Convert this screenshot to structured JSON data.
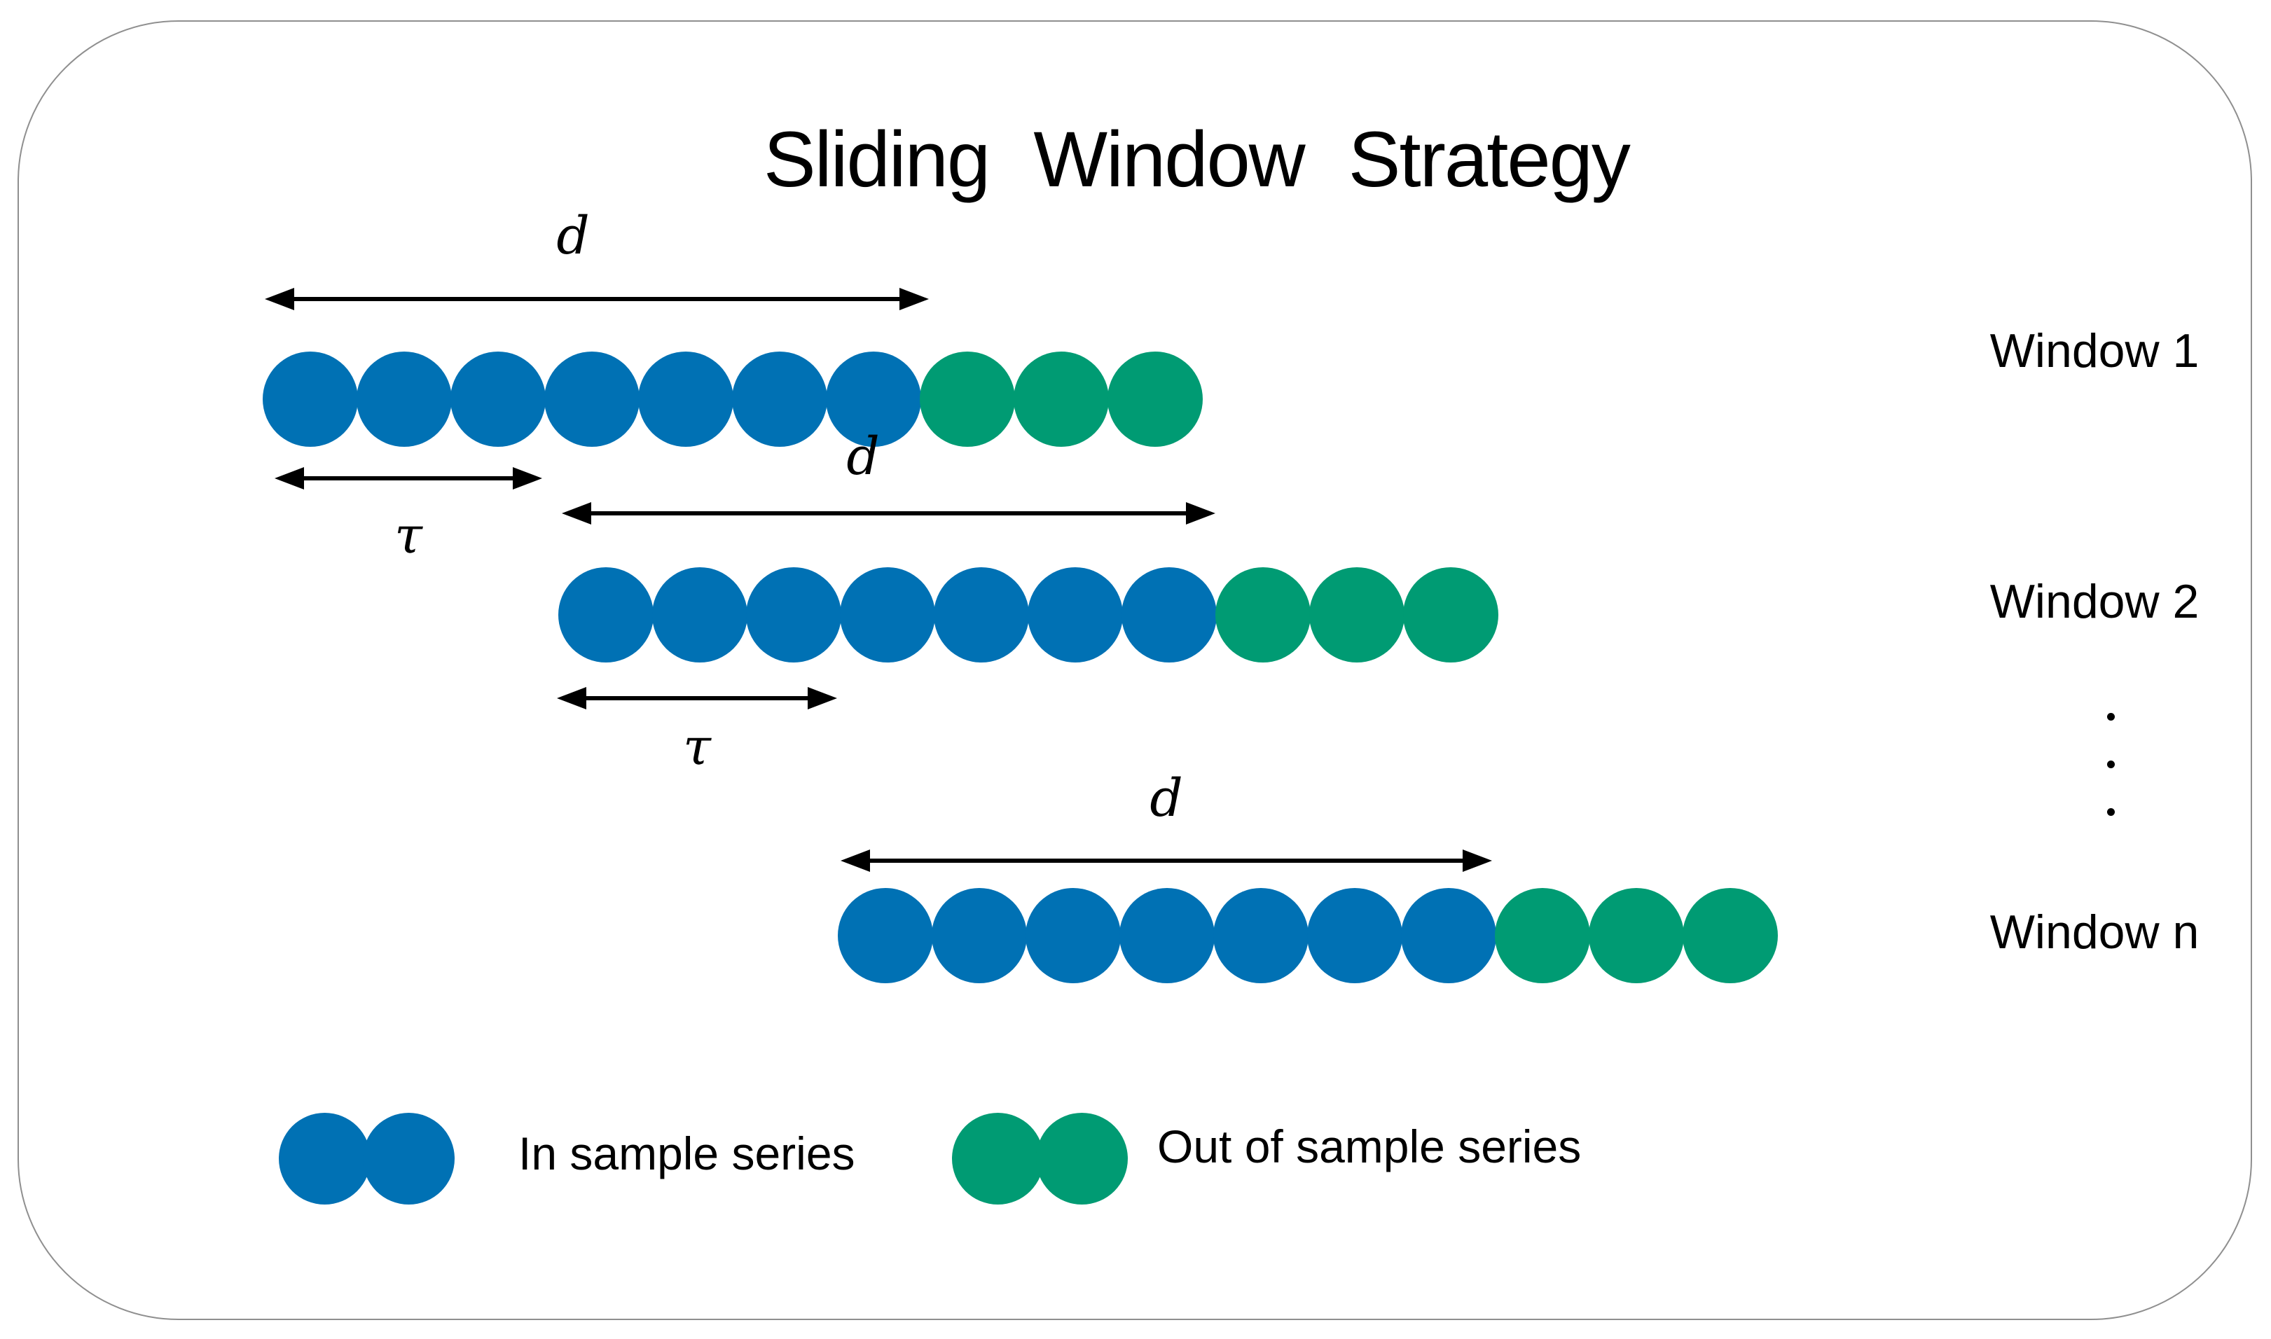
{
  "title": "Sliding Window Strategy",
  "colors": {
    "in_sample": "#0071b4",
    "out_of_sample": "#009b73",
    "arrow": "#000000",
    "border": "#8f8f8f"
  },
  "windows": [
    {
      "name": "Window 1",
      "in_count": 7,
      "out_count": 3,
      "duration_label": "d",
      "shift_label": "τ"
    },
    {
      "name": "Window 2",
      "in_count": 7,
      "out_count": 3,
      "duration_label": "d",
      "shift_label": "τ"
    },
    {
      "name": "Window n",
      "in_count": 7,
      "out_count": 3,
      "duration_label": "d",
      "shift_label": null
    }
  ],
  "continuation": {
    "dot_count": 3
  },
  "legend": [
    {
      "label": "In sample series",
      "color_key": "in_sample",
      "swatch_count": 2
    },
    {
      "label": "Out of sample series",
      "color_key": "out_of_sample",
      "swatch_count": 2
    }
  ]
}
